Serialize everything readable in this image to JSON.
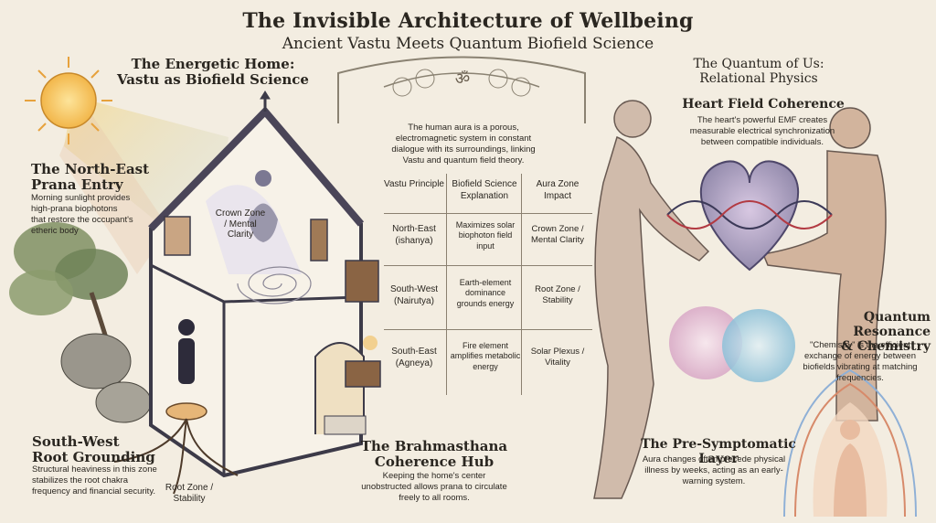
{
  "title": "The Invisible Architecture of Wellbeing",
  "subtitle": "Ancient Vastu Meets Quantum Biofield Science",
  "left": {
    "heading_line1": "The Energetic Home:",
    "heading_line2": "Vastu as Biofield Science",
    "ne_title_line1": "The North-East",
    "ne_title_line2": "Prana Entry",
    "ne_body": "Morning sunlight provides high-prana biophotons that restore the occupant's etheric body",
    "sw_title_line1": "South-West",
    "sw_title_line2": "Root Grounding",
    "sw_body": "Structural heaviness in this zone stabilizes the root chakra frequency and financial security.",
    "crown_label": "Crown Zone / Mental Clarity",
    "root_label": "Root Zone / Stability"
  },
  "center": {
    "om_symbol": "ॐ",
    "intro": "The human aura is a porous, electromagnetic system in constant dialogue with its surroundings, linking Vastu and quantum field theory.",
    "table": {
      "headers": [
        "Vastu Principle",
        "Biofield Science Explanation",
        "Aura Zone Impact"
      ],
      "rows": [
        [
          "North-East (ishanya)",
          "Maximizes solar biophoton field input",
          "Crown Zone / Mental Clarity"
        ],
        [
          "South-West (Nairutya)",
          "Earth-element dominance grounds energy",
          "Root Zone / Stability"
        ],
        [
          "South-East (Agneya)",
          "Fire element amplifies metabolic energy",
          "Solar Plexus / Vitality"
        ]
      ]
    },
    "hub_title_line1": "The Brahmasthana",
    "hub_title_line2": "Coherence Hub",
    "hub_body": "Keeping the home's center unobstructed allows prana to circulate freely to all rooms."
  },
  "right": {
    "heading_line1": "The Quantum of Us:",
    "heading_line2": "Relational Physics",
    "heart_title": "Heart Field Coherence",
    "heart_body": "The heart's powerful EMF creates measurable electrical synchronization between compatible individuals.",
    "qr_title_line1": "Quantum Resonance",
    "qr_title_line2": "& Chemistry",
    "qr_body": "\"Chemistry\" is the efficient exchange of energy between biofields vibrating at matching frequencies.",
    "ps_title": "The Pre-Symptomatic Layer",
    "ps_body": "Aura changes often precede physical illness by weeks, acting as an early-warning system."
  },
  "colors": {
    "background": "#f3ede1",
    "ink": "#2a2620",
    "sun": "#f2b64a",
    "heart": "#b9a9c6",
    "wall": "#3c3a48"
  }
}
